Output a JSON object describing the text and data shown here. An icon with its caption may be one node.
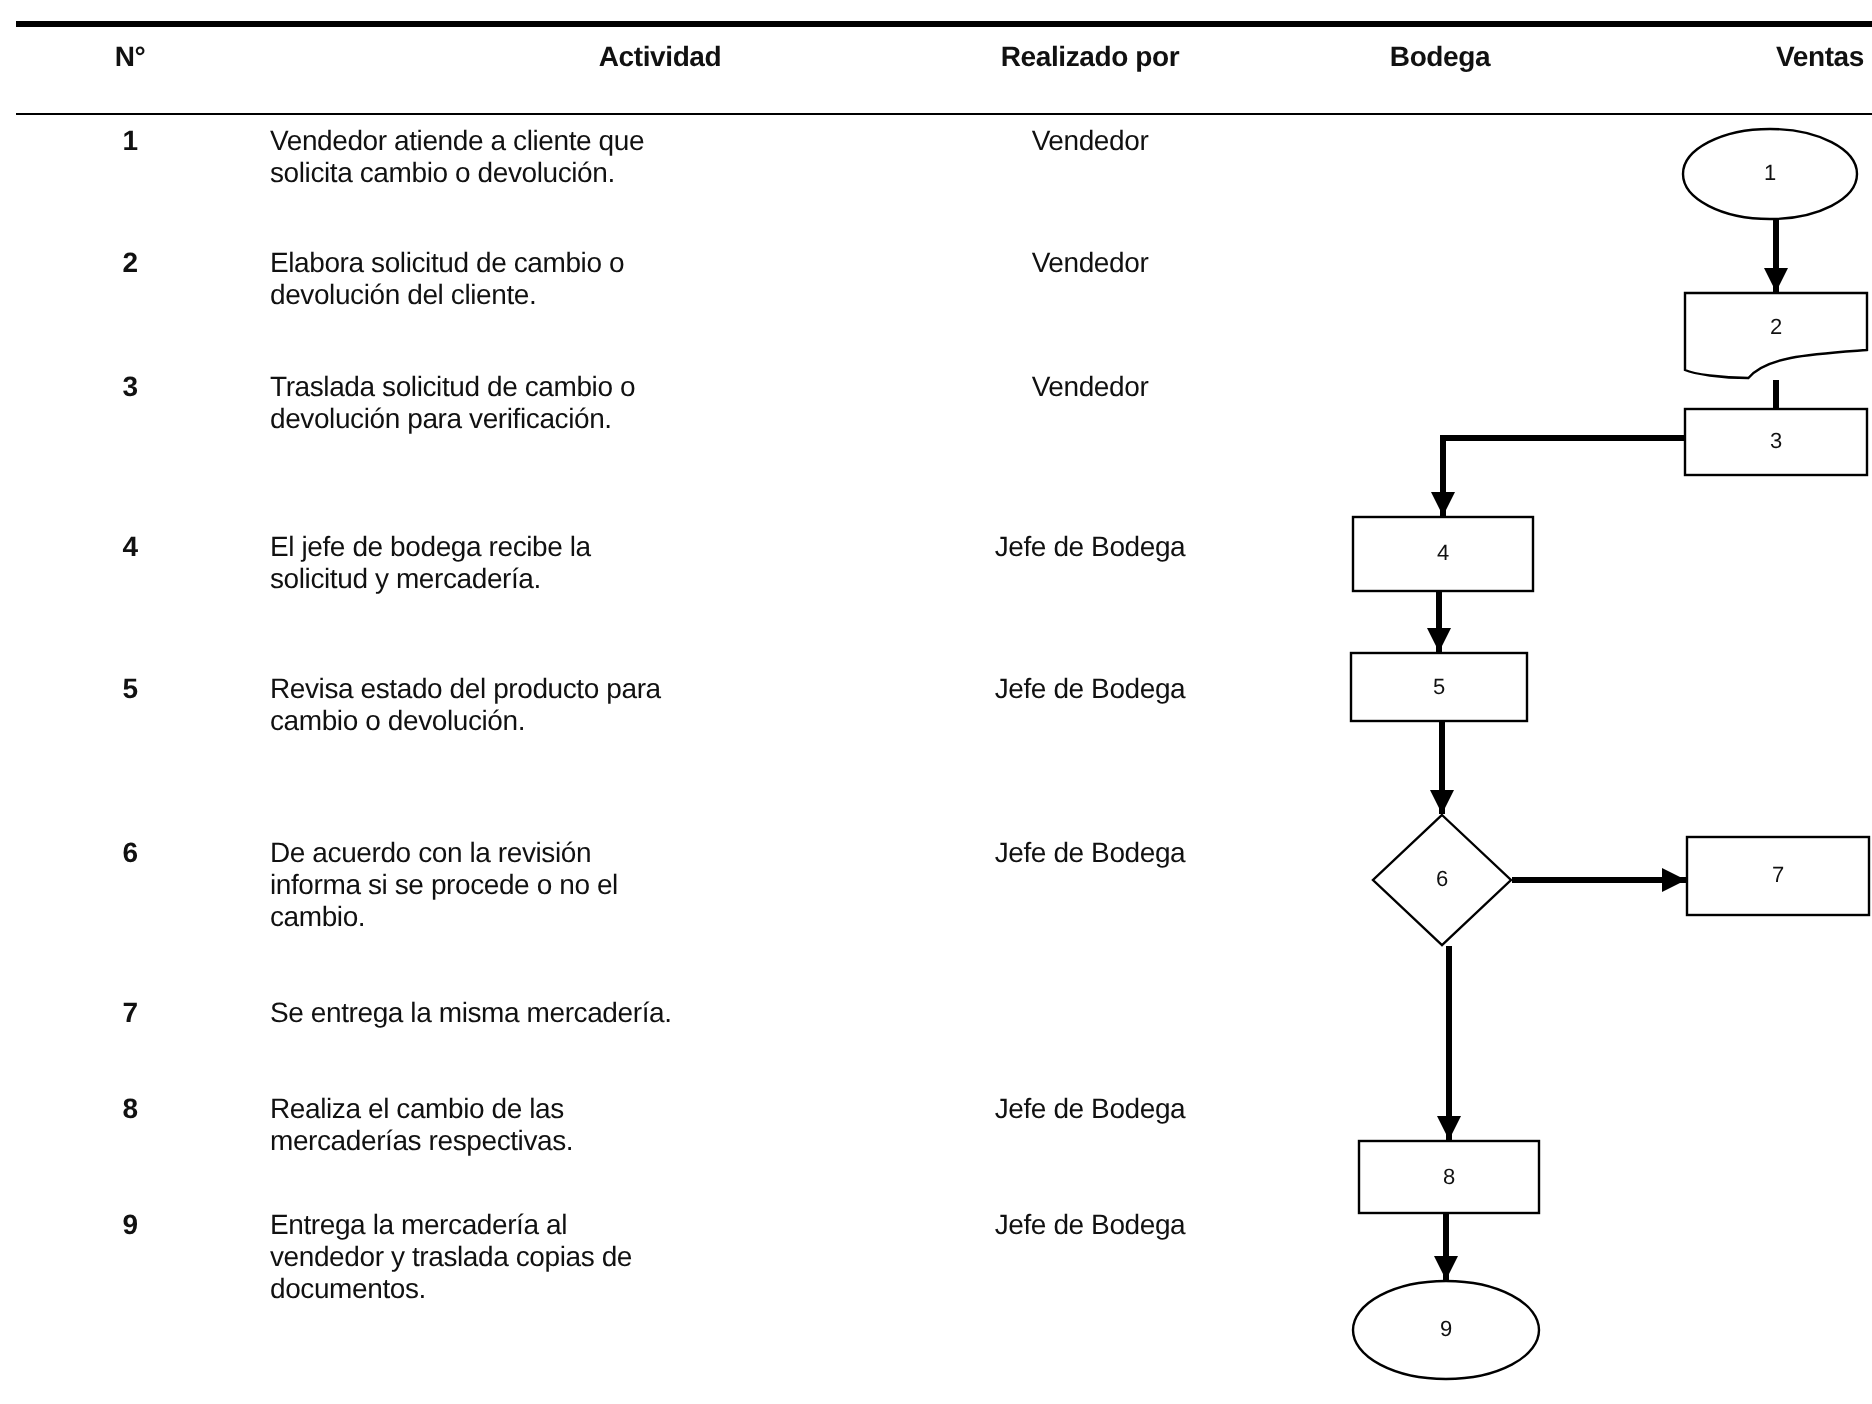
{
  "diagram": {
    "nodes": [
      {
        "text": [
          "1"
        ]
      },
      {
        "text": [
          "2"
        ]
      },
      {
        "text": [
          "3"
        ]
      },
      {
        "text": [
          "4"
        ]
      },
      {
        "text": [
          "5"
        ]
      },
      {
        "text": [
          "6"
        ]
      },
      {
        "text": [
          "7"
        ]
      },
      {
        "text": [
          "8"
        ]
      },
      {
        "text": [
          "9"
        ]
      }
    ],
    "edges": [
      {
        "from": 0,
        "to": 1,
        "arrow": "to"
      },
      {
        "from": 1,
        "to": 2,
        "arrow": "none"
      },
      {
        "from": 2,
        "to": 3,
        "arrow": "to"
      },
      {
        "from": 3,
        "to": 4,
        "arrow": "to"
      },
      {
        "from": 4,
        "to": 5,
        "arrow": "to"
      },
      {
        "from": 5,
        "to": 6,
        "arrow": "to"
      },
      {
        "from": 5,
        "to": 7,
        "arrow": "to"
      },
      {
        "from": 7,
        "to": 8,
        "arrow": "to"
      }
    ],
    "labels": [
      "N°",
      "Actividad",
      "Realizado por",
      "Bodega",
      "Ventas",
      "1",
      "Vendedor atiende a cliente que solicita cambio o devolución.",
      "Vendedor",
      "2",
      "Elabora solicitud de cambio o devolución del cliente.",
      "Vendedor",
      "3",
      "Traslada solicitud de cambio o devolución para verificación.",
      "Vendedor",
      "4",
      "El jefe de bodega recibe la solicitud y mercadería.",
      "Jefe de Bodega",
      "5",
      "Revisa estado del producto para cambio o devolución.",
      "Jefe de Bodega",
      "6",
      "De acuerdo con la revisión informa si se procede o no el cambio.",
      "Jefe de Bodega",
      "7",
      "Se entrega la misma mercadería.",
      "8",
      "Realiza el cambio de las mercaderías respectivas.",
      "Jefe de Bodega",
      "9",
      "Entrega la mercadería al vendedor y traslada copias de documentos.",
      "Jefe de Bodega"
    ]
  }
}
